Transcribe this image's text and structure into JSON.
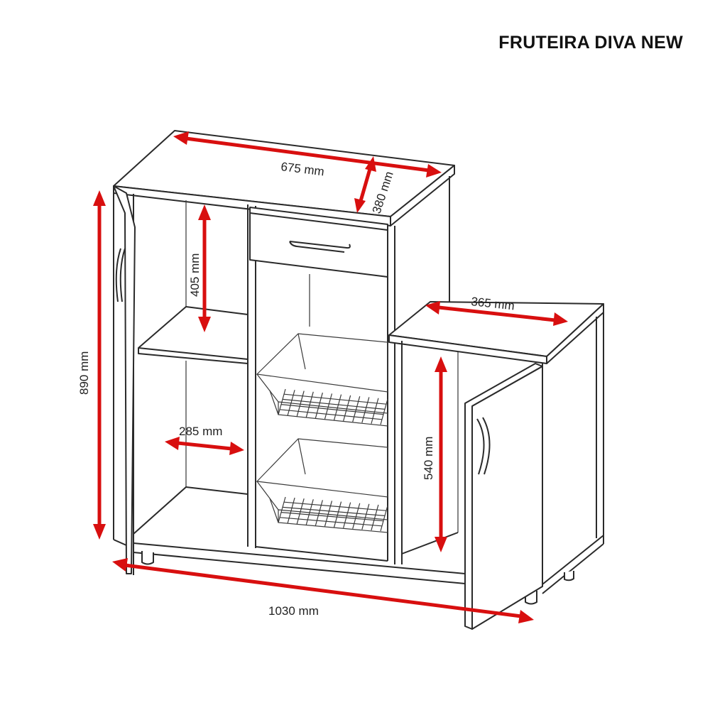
{
  "title": "FRUTEIRA DIVA NEW",
  "dimensions": {
    "top_width": "675 mm",
    "top_depth": "380 mm",
    "side_top_width": "365 mm",
    "height": "890 mm",
    "upper_niche_height": "405 mm",
    "niche_width": "285 mm",
    "side_cabinet_height": "540 mm",
    "total_width": "1030 mm"
  },
  "colors": {
    "dimension_arrows": "#d80f0f",
    "outline": "#2a2a2a"
  }
}
